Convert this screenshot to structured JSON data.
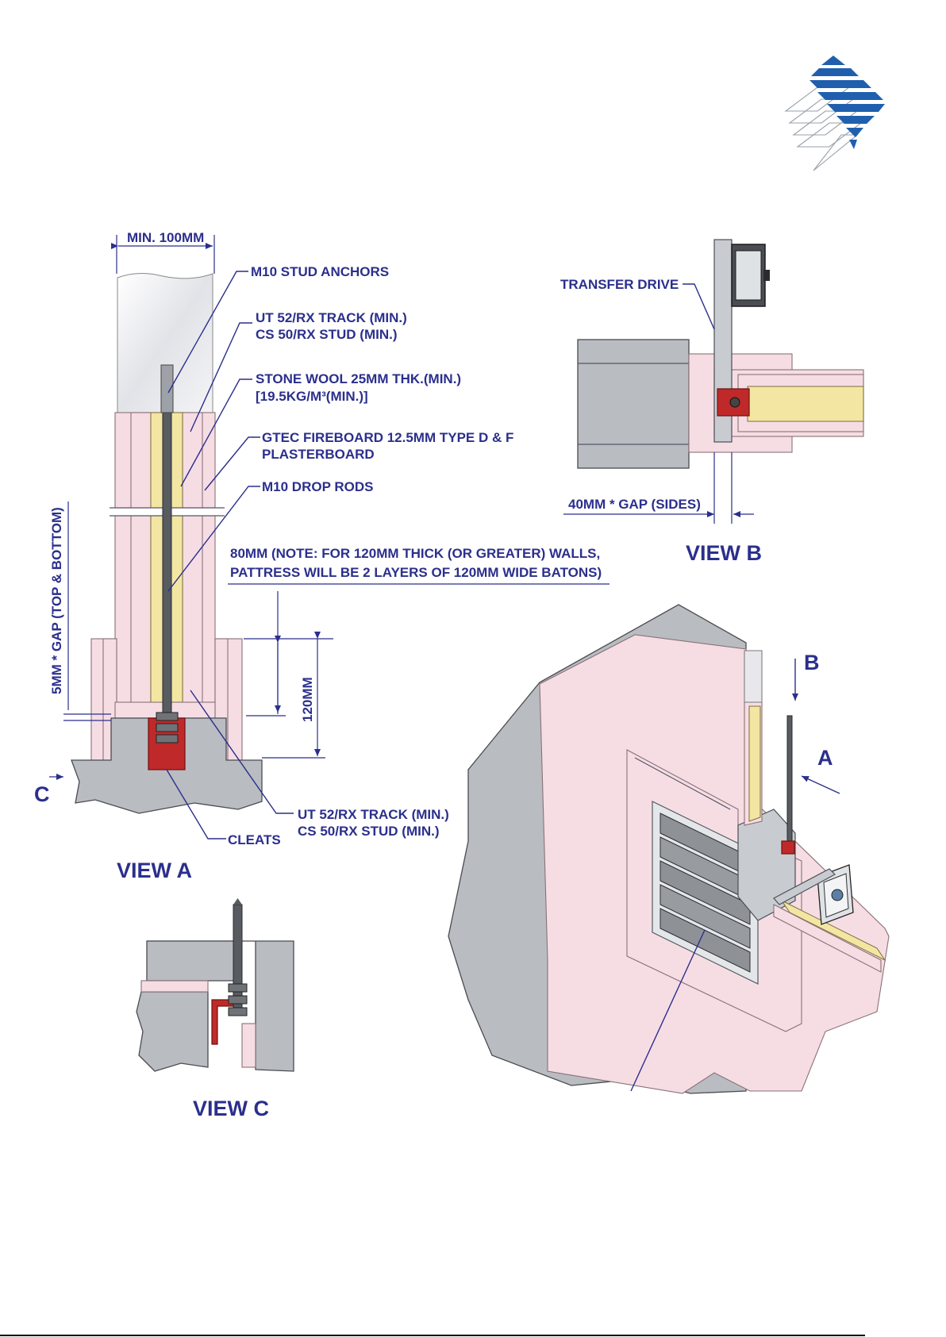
{
  "logo": {
    "icon": "company-logo-icon",
    "colors": {
      "primary": "#1f5fae",
      "outline": "#9aa0a8"
    }
  },
  "colors": {
    "text": "#2b2f8c",
    "plasterboard": "#f6dde4",
    "concrete": "#b9bcc1",
    "stone_wool": "#f3e6a2",
    "cleat": "#c0292a"
  },
  "view_a": {
    "title": "VIEW A",
    "labels": {
      "min_width": "MIN. 100MM",
      "stud_anchors": "M10 STUD ANCHORS",
      "track_top_1": "UT 52/RX TRACK (MIN.)",
      "track_top_2": "CS 50/RX STUD (MIN.)",
      "stone_wool_1": "STONE WOOL 25MM THK.(MIN.)",
      "stone_wool_2": "[19.5KG/M³(MIN.)]",
      "fireboard_1": "GTEC FIREBOARD 12.5MM TYPE D & F",
      "fireboard_2": "PLASTERBOARD",
      "drop_rods": "M10 DROP RODS",
      "note_1": "80MM (NOTE: FOR 120MM THICK (OR GREATER) WALLS,",
      "note_2": "PATTRESS WILL BE 2 LAYERS OF 120MM WIDE BATONS)",
      "gap": "5MM * GAP (TOP & BOTTOM)",
      "dim_120": "120MM",
      "section_c": "C",
      "track_bottom_1": "UT 52/RX TRACK (MIN.)",
      "track_bottom_2": "CS 50/RX STUD (MIN.)",
      "cleats": "CLEATS"
    }
  },
  "view_b": {
    "title": "VIEW B",
    "labels": {
      "transfer_drive": "TRANSFER DRIVE",
      "gap_sides": "40MM * GAP (SIDES)"
    }
  },
  "view_c": {
    "title": "VIEW C"
  },
  "iso_view": {
    "arrow_b": "B",
    "arrow_a": "A"
  }
}
